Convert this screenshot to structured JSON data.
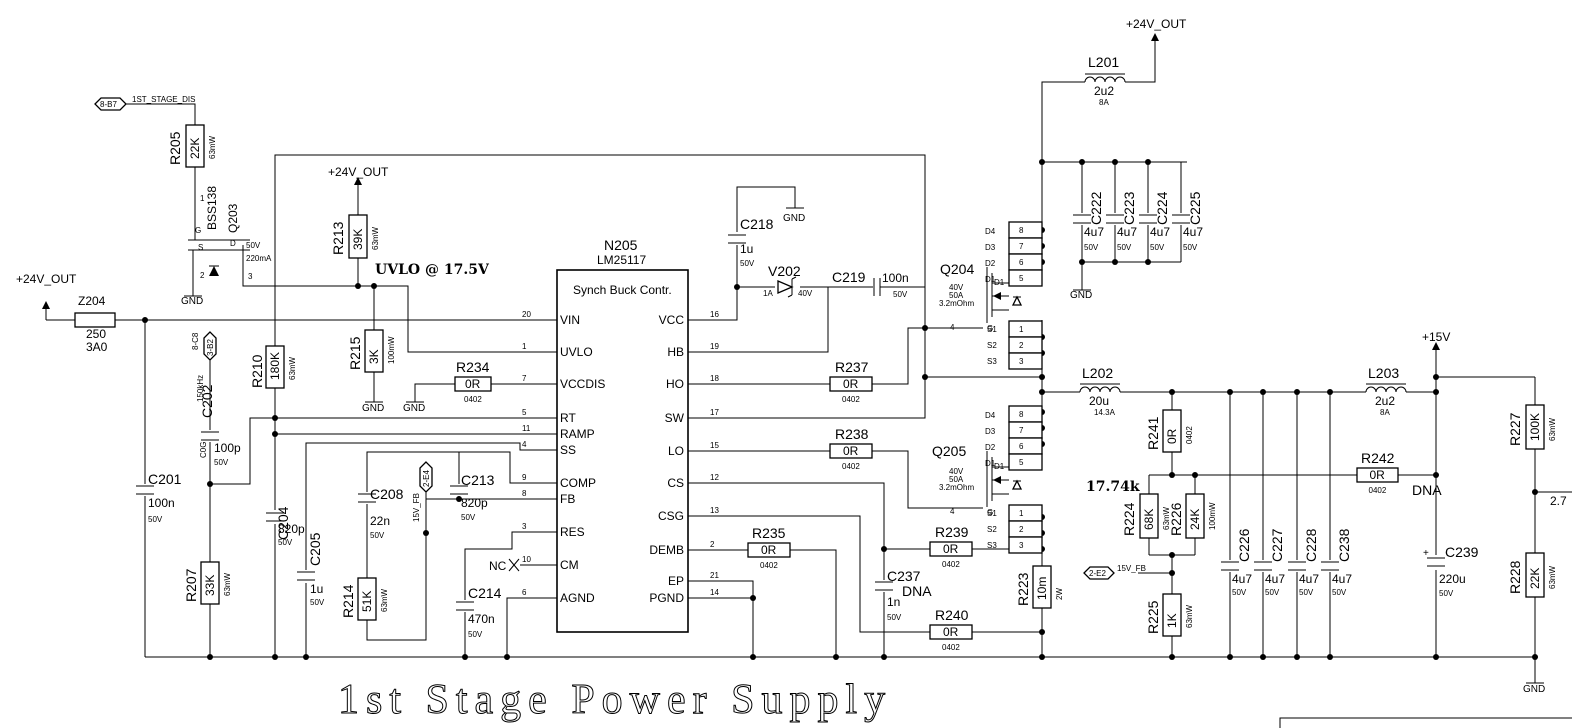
{
  "title": "1st Stage Power Supply",
  "ic": {
    "ref": "N205",
    "part": "LM25117",
    "desc": "Synch Buck Contr.",
    "left_pins": [
      {
        "num": "20",
        "name": "VIN"
      },
      {
        "num": "1",
        "name": "UVLO"
      },
      {
        "num": "7",
        "name": "VCCDIS"
      },
      {
        "num": "5",
        "name": "RT"
      },
      {
        "num": "11",
        "name": "RAMP"
      },
      {
        "num": "4",
        "name": "SS"
      },
      {
        "num": "9",
        "name": "COMP"
      },
      {
        "num": "8",
        "name": "FB"
      },
      {
        "num": "3",
        "name": "RES"
      },
      {
        "num": "10",
        "name": "CM"
      },
      {
        "num": "6",
        "name": "AGND"
      }
    ],
    "right_pins": [
      {
        "num": "16",
        "name": "VCC"
      },
      {
        "num": "19",
        "name": "HB"
      },
      {
        "num": "18",
        "name": "HO"
      },
      {
        "num": "17",
        "name": "SW"
      },
      {
        "num": "15",
        "name": "LO"
      },
      {
        "num": "12",
        "name": "CS"
      },
      {
        "num": "13",
        "name": "CSG"
      },
      {
        "num": "2",
        "name": "DEMB"
      },
      {
        "num": "21",
        "name": "EP"
      },
      {
        "num": "14",
        "name": "PGND"
      }
    ]
  },
  "labels": {
    "uvlo_note": "UVLO @ 17.5V",
    "nc": "NC",
    "fb_note": "17.74k",
    "gnd": "GND",
    "v24": "+24V_OUT",
    "v15": "+15V",
    "cut_text": "2.7"
  },
  "off_page": {
    "stage_dis": {
      "ref": "8-B7",
      "net": "1ST_STAGE_DIS"
    },
    "osc": {
      "ref1": "8-C8",
      "ref2": "3-B2",
      "note": "150kHz"
    },
    "fb_a": {
      "ref": "2-E4",
      "net": "15V_FB"
    },
    "fb_b": {
      "ref": "2-E2",
      "net": "15V_FB"
    }
  },
  "resistors": {
    "R205": {
      "ref": "R205",
      "value": "22K",
      "rating": "63mW"
    },
    "R213": {
      "ref": "R213",
      "value": "39K",
      "rating": "63mW"
    },
    "R215": {
      "ref": "R215",
      "value": "3K",
      "rating": "100mW"
    },
    "R210": {
      "ref": "R210",
      "value": "180K",
      "rating": "63mW"
    },
    "R207": {
      "ref": "R207",
      "value": "33K",
      "rating": "63mW"
    },
    "R214": {
      "ref": "R214",
      "value": "51K",
      "rating": "63mW"
    },
    "R234": {
      "ref": "R234",
      "value": "0R",
      "rating": "0402"
    },
    "R237": {
      "ref": "R237",
      "value": "0R",
      "rating": "0402"
    },
    "R238": {
      "ref": "R238",
      "value": "0R",
      "rating": "0402"
    },
    "R235": {
      "ref": "R235",
      "value": "0R",
      "rating": "0402"
    },
    "R239": {
      "ref": "R239",
      "value": "0R",
      "rating": "0402"
    },
    "R240": {
      "ref": "R240",
      "value": "0R",
      "rating": "0402"
    },
    "R223": {
      "ref": "R223",
      "value": "10m",
      "rating": "2W"
    },
    "R241": {
      "ref": "R241",
      "value": "0R",
      "rating": "0402"
    },
    "R242": {
      "ref": "R242",
      "value": "0R",
      "rating": "0402",
      "note": "DNA"
    },
    "R224": {
      "ref": "R224",
      "value": "68K",
      "rating": "63mW"
    },
    "R226": {
      "ref": "R226",
      "value": "24K",
      "rating": "100mW"
    },
    "R225": {
      "ref": "R225",
      "value": "1K",
      "rating": "63mW"
    },
    "R227": {
      "ref": "R227",
      "value": "100K",
      "rating": "63mW"
    },
    "R228": {
      "ref": "R228",
      "value": "22K",
      "rating": "63mW"
    }
  },
  "capacitors": {
    "C201": {
      "ref": "C201",
      "value": "100n",
      "voltage": "50V"
    },
    "C202": {
      "ref": "C202",
      "value": "100p",
      "voltage": "50V",
      "diel": "C0G"
    },
    "C204": {
      "ref": "C204",
      "value": "820p",
      "voltage": "50V"
    },
    "C205": {
      "ref": "C205",
      "value": "1u",
      "voltage": "50V"
    },
    "C208": {
      "ref": "C208",
      "value": "22n",
      "voltage": "50V"
    },
    "C213": {
      "ref": "C213",
      "value": "820p",
      "voltage": "50V"
    },
    "C214": {
      "ref": "C214",
      "value": "470n",
      "voltage": "50V"
    },
    "C218": {
      "ref": "C218",
      "value": "1u",
      "voltage": "50V"
    },
    "C219": {
      "ref": "C219",
      "value": "100n",
      "voltage": "50V"
    },
    "C237": {
      "ref": "C237",
      "value": "1n",
      "voltage": "50V",
      "note": "DNA"
    },
    "C222": {
      "ref": "C222",
      "value": "4u7",
      "voltage": "50V"
    },
    "C223": {
      "ref": "C223",
      "value": "4u7",
      "voltage": "50V"
    },
    "C224": {
      "ref": "C224",
      "value": "4u7",
      "voltage": "50V"
    },
    "C225": {
      "ref": "C225",
      "value": "4u7",
      "voltage": "50V"
    },
    "C226": {
      "ref": "C226",
      "value": "4u7",
      "voltage": "50V"
    },
    "C227": {
      "ref": "C227",
      "value": "4u7",
      "voltage": "50V"
    },
    "C228": {
      "ref": "C228",
      "value": "4u7",
      "voltage": "50V"
    },
    "C238": {
      "ref": "C238",
      "value": "4u7",
      "voltage": "50V"
    },
    "C239": {
      "ref": "C239",
      "value": "220u",
      "voltage": "50V"
    }
  },
  "inductors": {
    "L201": {
      "ref": "L201",
      "value": "2u2",
      "rating": "8A"
    },
    "L202": {
      "ref": "L202",
      "value": "20u",
      "rating": "14.3A"
    },
    "L203": {
      "ref": "L203",
      "value": "2u2",
      "rating": "8A"
    }
  },
  "fuse": {
    "ref": "Z204",
    "value": "250",
    "rating": "3A0"
  },
  "diode": {
    "ref": "V202",
    "current": "1A",
    "voltage": "40V"
  },
  "q203": {
    "ref": "Q203",
    "part": "BSS138",
    "v": "50V",
    "i": "220mA",
    "pin_d": "1",
    "pin_g": "2",
    "pin_s": "3",
    "lbl_g": "G",
    "lbl_s": "S",
    "lbl_d": "D"
  },
  "q204": {
    "ref": "Q204",
    "v": "40V",
    "i": "50A",
    "r": "3.2mOhm"
  },
  "q205": {
    "ref": "Q205",
    "v": "40V",
    "i": "50A",
    "r": "3.2mOhm"
  },
  "fet_pins": {
    "d": [
      "D4",
      "D3",
      "D2",
      "D1"
    ],
    "dn": [
      "8",
      "7",
      "6",
      "5"
    ],
    "s": [
      "S1",
      "S2",
      "S3"
    ],
    "sn": [
      "1",
      "2",
      "3"
    ],
    "g": "G",
    "gn": "4"
  }
}
